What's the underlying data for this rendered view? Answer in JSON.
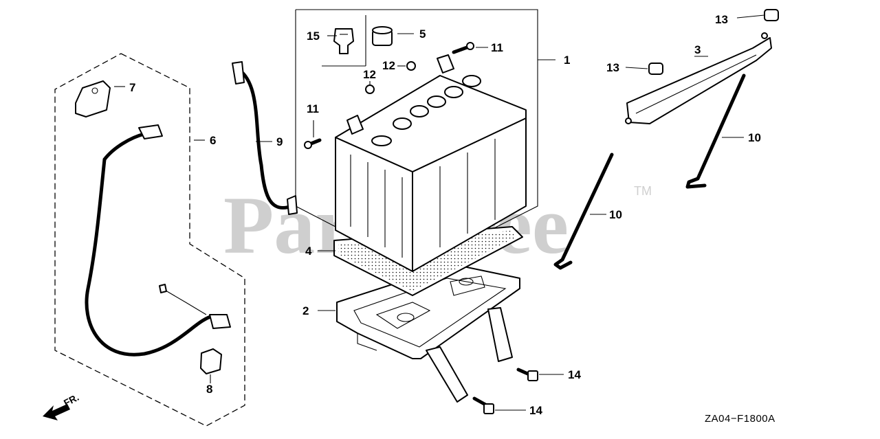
{
  "diagram": {
    "watermark": "PartsTree",
    "trademark": "TM",
    "diagram_code": "ZA04−F1800A",
    "front_arrow_label": "FR.",
    "callouts": {
      "c1": "1",
      "c2": "2",
      "c3": "3",
      "c4": "4",
      "c5": "5",
      "c6": "6",
      "c7": "7",
      "c8": "8",
      "c9": "9",
      "c10a": "10",
      "c10b": "10",
      "c11a": "11",
      "c11b": "11",
      "c12a": "12",
      "c12b": "12",
      "c13a": "13",
      "c13b": "13",
      "c14a": "14",
      "c14b": "14",
      "c15": "15"
    }
  }
}
